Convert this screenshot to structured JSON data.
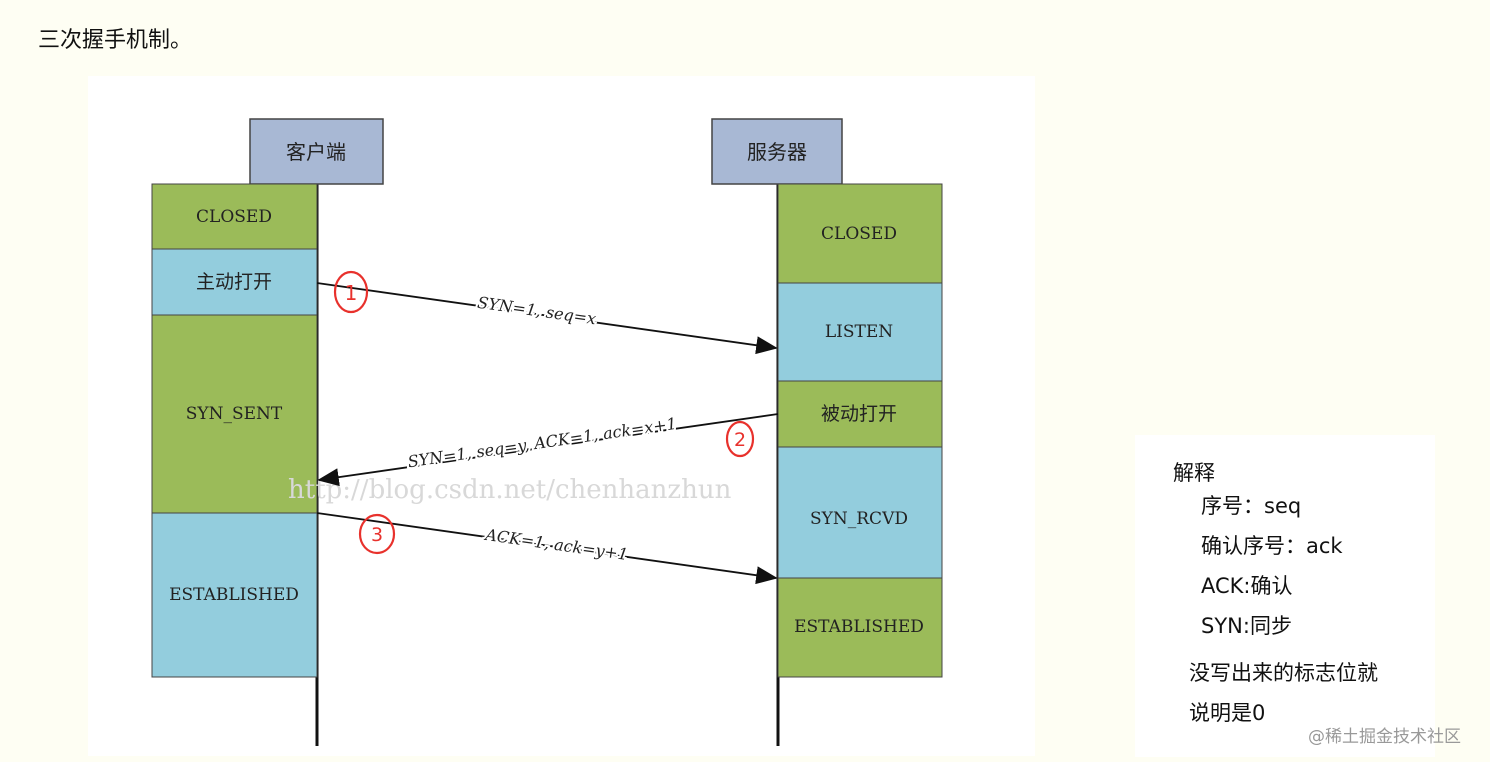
{
  "heading": "三次握手机制。",
  "diagram": {
    "client": {
      "label": "客户端",
      "states": [
        "CLOSED",
        "主动打开",
        "SYN_SENT",
        "ESTABLISHED"
      ]
    },
    "server": {
      "label": "服务器",
      "states": [
        "CLOSED",
        "LISTEN",
        "被动打开",
        "SYN_RCVD",
        "ESTABLISHED"
      ]
    },
    "messages": [
      {
        "step": "1",
        "label": "SYN=1, seq=x"
      },
      {
        "step": "2",
        "label": "SYN=1, seq=y, ACK=1, ack=x+1"
      },
      {
        "step": "3",
        "label": "ACK=1, ack=y+1"
      }
    ],
    "watermark": "http://blog.csdn.net/chenhanzhun",
    "colors": {
      "green": "#9bbb59",
      "blue": "#93cddd",
      "header": "#a8b8d4",
      "step": "#e8312c"
    }
  },
  "note": {
    "title": "解释",
    "items": [
      "序号：seq",
      "确认序号：ack",
      "ACK:确认",
      "SYN:同步"
    ],
    "footer_line1": "没写出来的标志位就",
    "footer_line2": "说明是0"
  },
  "credit": "@稀土掘金技术社区"
}
